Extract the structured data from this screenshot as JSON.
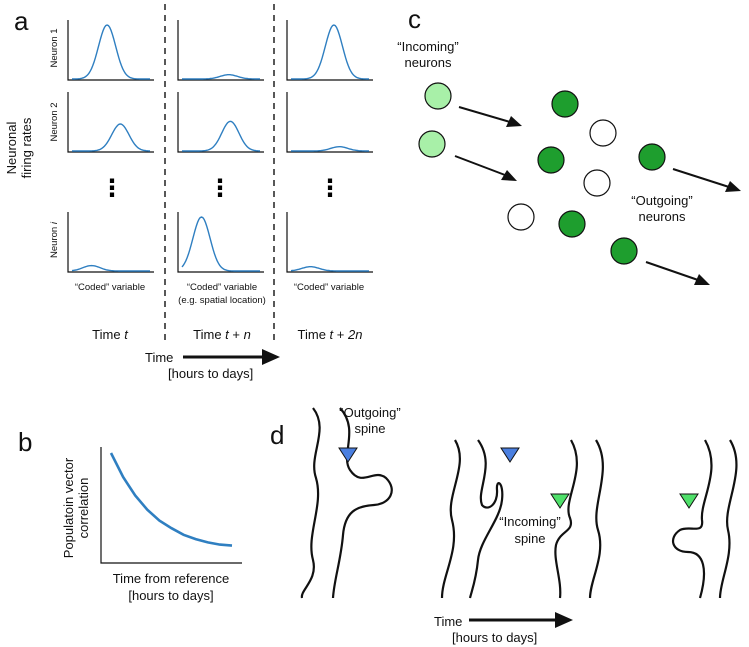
{
  "panels": {
    "a": {
      "letter": "a",
      "y_axis_label_line1": "Neuronal",
      "y_axis_label_line2": "firing rates",
      "neuron_labels": [
        "Neuron 1",
        "Neuron 2",
        "Neuron i"
      ],
      "neuron_label_italic_suffix": "i",
      "ellipsis": "⋮",
      "x_labels": [
        "“Coded” variable",
        "“Coded” variable",
        "(e.g. spatial location)",
        "“Coded” variable"
      ],
      "time_labels": [
        "Time t",
        "Time t + n",
        "Time t + 2n"
      ],
      "time_arrow_label_line1": "Time",
      "time_arrow_label_line2": "[hours to days]",
      "tuning_peaks": [
        [
          1.0,
          0.08,
          1.0
        ],
        [
          0.5,
          0.55,
          0.08
        ],
        [
          0.1,
          1.0,
          0.08
        ]
      ]
    },
    "b": {
      "letter": "b",
      "ylabel_line1": "Populatoin vector",
      "ylabel_line2": "correlation",
      "xlabel_line1": "Time from reference",
      "xlabel_line2": "[hours to days]",
      "chart_data": {
        "type": "line",
        "title": "",
        "xlabel": "Time from reference [hours to days]",
        "ylabel": "Populatoin vector correlation",
        "description": "exponential decay",
        "x": [
          0,
          1,
          2,
          3,
          4,
          5,
          6,
          7,
          8,
          9,
          10
        ],
        "y": [
          1.0,
          0.78,
          0.61,
          0.48,
          0.38,
          0.31,
          0.25,
          0.21,
          0.18,
          0.16,
          0.15
        ]
      }
    },
    "c": {
      "letter": "c",
      "incoming_label_line1": "“Incoming”",
      "incoming_label_line2": "neurons",
      "outgoing_label_line1": "“Outgoing”",
      "outgoing_label_line2": "neurons",
      "colors": {
        "incoming": "#a8f0a8",
        "active": "#1e9e2e",
        "inactive": "#ffffff"
      }
    },
    "d": {
      "letter": "d",
      "outgoing_label_line1": "“Outgoing”",
      "outgoing_label_line2": "spine",
      "incoming_label_line1": "“Incoming”",
      "incoming_label_line2": "spine",
      "time_label_line1": "Time",
      "time_label_line2": "[hours to days]",
      "colors": {
        "outgoing_marker": "#4a7fe0",
        "incoming_marker": "#4fe06a"
      }
    }
  }
}
